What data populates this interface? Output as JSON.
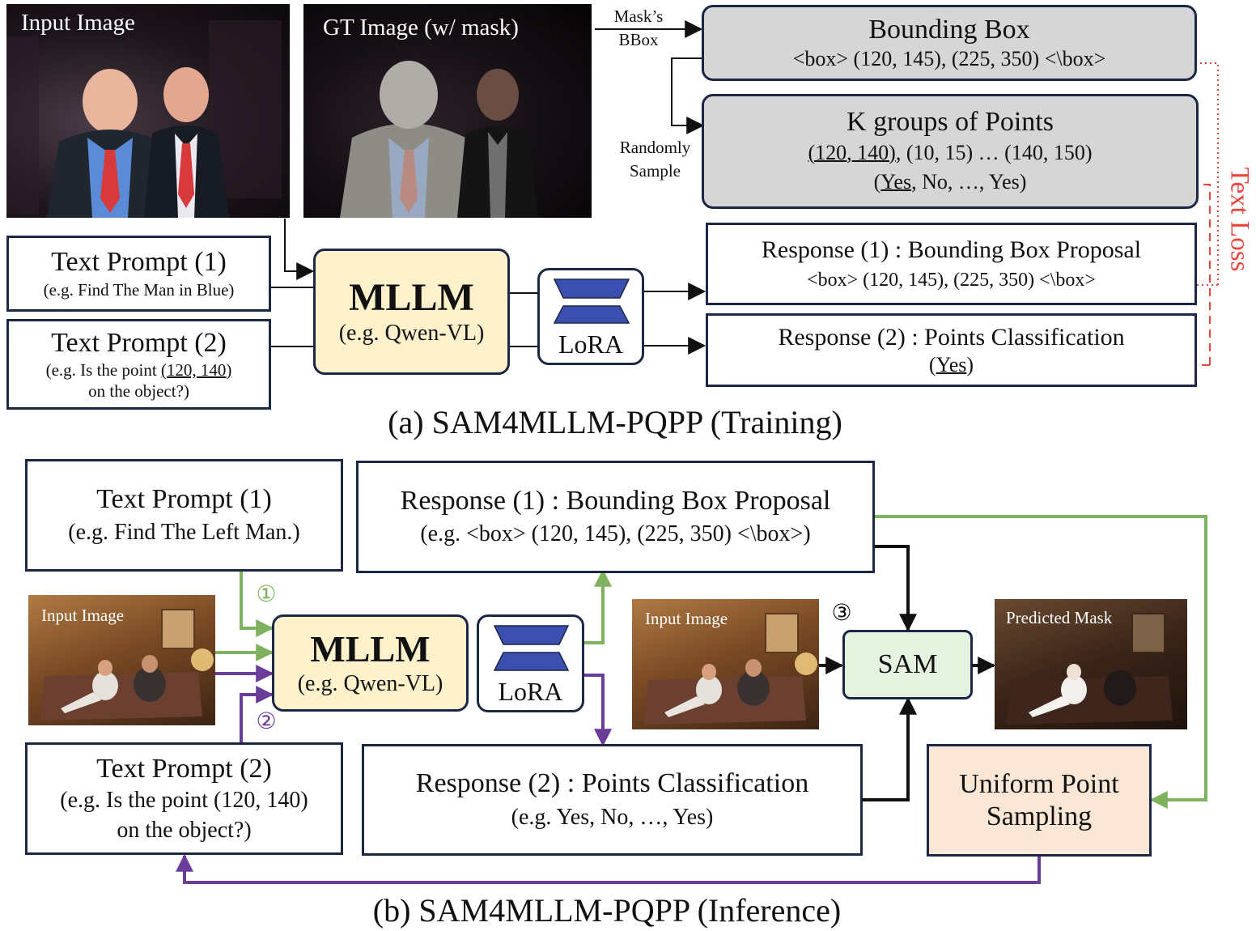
{
  "training": {
    "input_image_label": "Input Image",
    "gt_image_label": "GT Image (w/ mask)",
    "mask_bbox_label": [
      "Mask’s",
      "BBox"
    ],
    "random_sample_label": [
      "Randomly",
      "Sample"
    ],
    "bounding_box": {
      "title": "Bounding Box",
      "value": "<box> (120, 145), (225, 350) <\\box>"
    },
    "k_groups": {
      "title": "K groups of Points",
      "points_underlined": "(120, 140)",
      "points_rest": ", (10, 15) … (140, 150)",
      "labels_open": "(",
      "labels_underlined": "Yes",
      "labels_rest": ", No, …, Yes)"
    },
    "text_prompt_1": {
      "title": "Text Prompt (1)",
      "example": "(e.g. Find The Man in Blue)"
    },
    "text_prompt_2": {
      "title": "Text Prompt (2)",
      "example_prefix": "(e.g. Is the point ",
      "example_underlined": "(120, 140)",
      "example_suffix": "on the object?)"
    },
    "mllm": {
      "title": "MLLM",
      "subtitle": "(e.g. Qwen-VL)"
    },
    "lora": "LoRA",
    "response_1": {
      "title": "Response (1) : Bounding Box Proposal",
      "value": "<box> (120, 145), (225, 350) <\\box>"
    },
    "response_2": {
      "title": "Response (2) : Points Classification",
      "open": "(",
      "underlined": "Yes",
      "close": ")"
    },
    "text_loss": "Text Loss",
    "caption": "(a) SAM4MLLM-PQPP (Training)"
  },
  "inference": {
    "text_prompt_1": {
      "title": "Text Prompt (1)",
      "example": "(e.g. Find The Left Man.)"
    },
    "response_1": {
      "title": "Response (1) : Bounding Box Proposal",
      "value": "(e.g. <box> (120, 145), (225, 350) <\\box>)"
    },
    "input_image_label": "Input Image",
    "mllm": {
      "title": "MLLM",
      "subtitle": "(e.g. Qwen-VL)"
    },
    "lora": "LoRA",
    "sam_input_image_label": "Input Image",
    "step_1": "①",
    "step_2": "②",
    "step_3": "③",
    "sam": "SAM",
    "predicted_mask_label": "Predicted Mask",
    "text_prompt_2": {
      "title": "Text Prompt (2)",
      "line2": "(e.g. Is the point (120, 140)",
      "line3": "on the object?)"
    },
    "response_2": {
      "title": "Response (2) : Points Classification",
      "value": "(e.g. Yes, No, …, Yes)"
    },
    "uniform_sampling": {
      "line1": "Uniform Point",
      "line2": "Sampling"
    },
    "caption": "(b) SAM4MLLM-PQPP (Inference)"
  },
  "colors": {
    "border": "#1c2745",
    "green_arrow": "#7fb25e",
    "purple_arrow": "#6a3d9a",
    "red_loss": "#e8453c",
    "mllm_fill": "#fdf1cc",
    "lora_fill": "#dde3f1",
    "sam_fill": "#e4f2df",
    "sampling_fill": "#fae6d5",
    "gray_fill": "#d6d6d6"
  }
}
